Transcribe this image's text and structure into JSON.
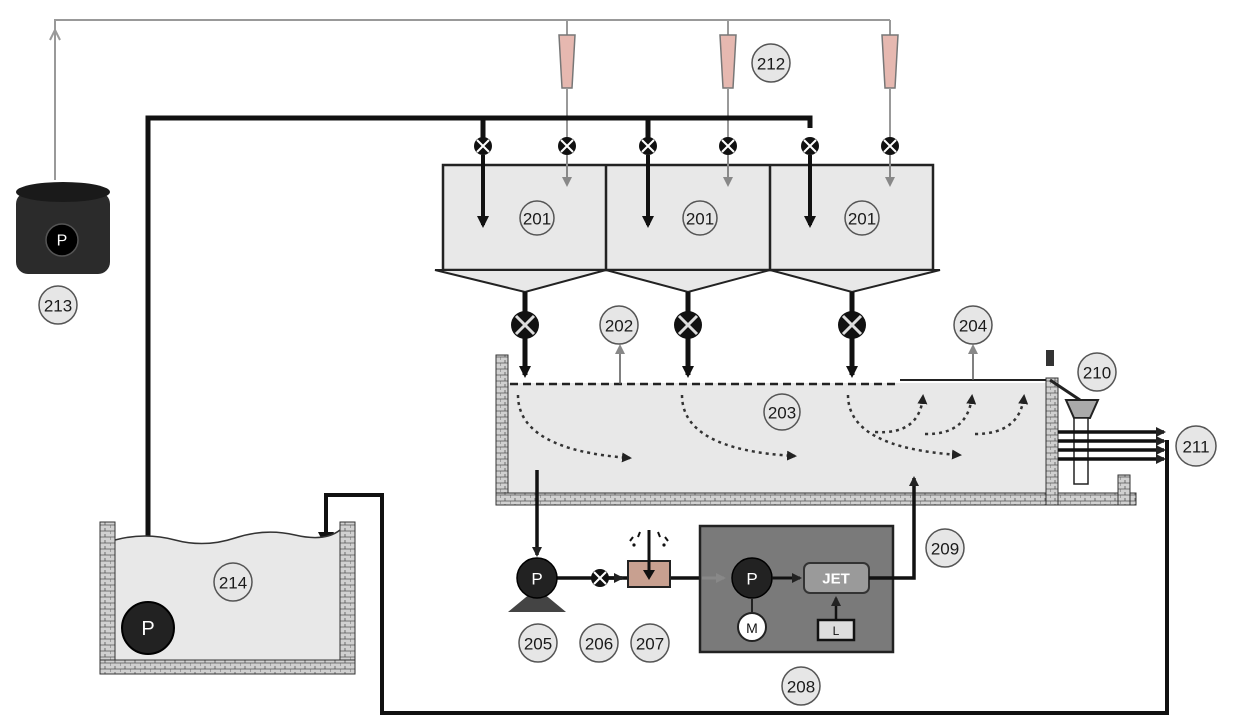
{
  "diagram": {
    "labels": {
      "mixing_tank": "201",
      "level_sensor": "202",
      "main_tank": "203",
      "level_sensor_2": "204",
      "feed_pump": "205",
      "valve": "206",
      "filter": "207",
      "jet_unit": "208",
      "return_line": "209",
      "skimmer": "210",
      "outlet_pipes": "211",
      "dosing_units": "212",
      "pressure_tank": "213",
      "reservoir": "214"
    },
    "symbols": {
      "pump": "P",
      "motor": "M",
      "jet": "JET",
      "control": "L"
    },
    "colors": {
      "tank_fill": "#e8e8e8",
      "dark": "#222222",
      "unit_fill": "#7a7a7a",
      "label_fill": "#e6e6e6"
    }
  }
}
